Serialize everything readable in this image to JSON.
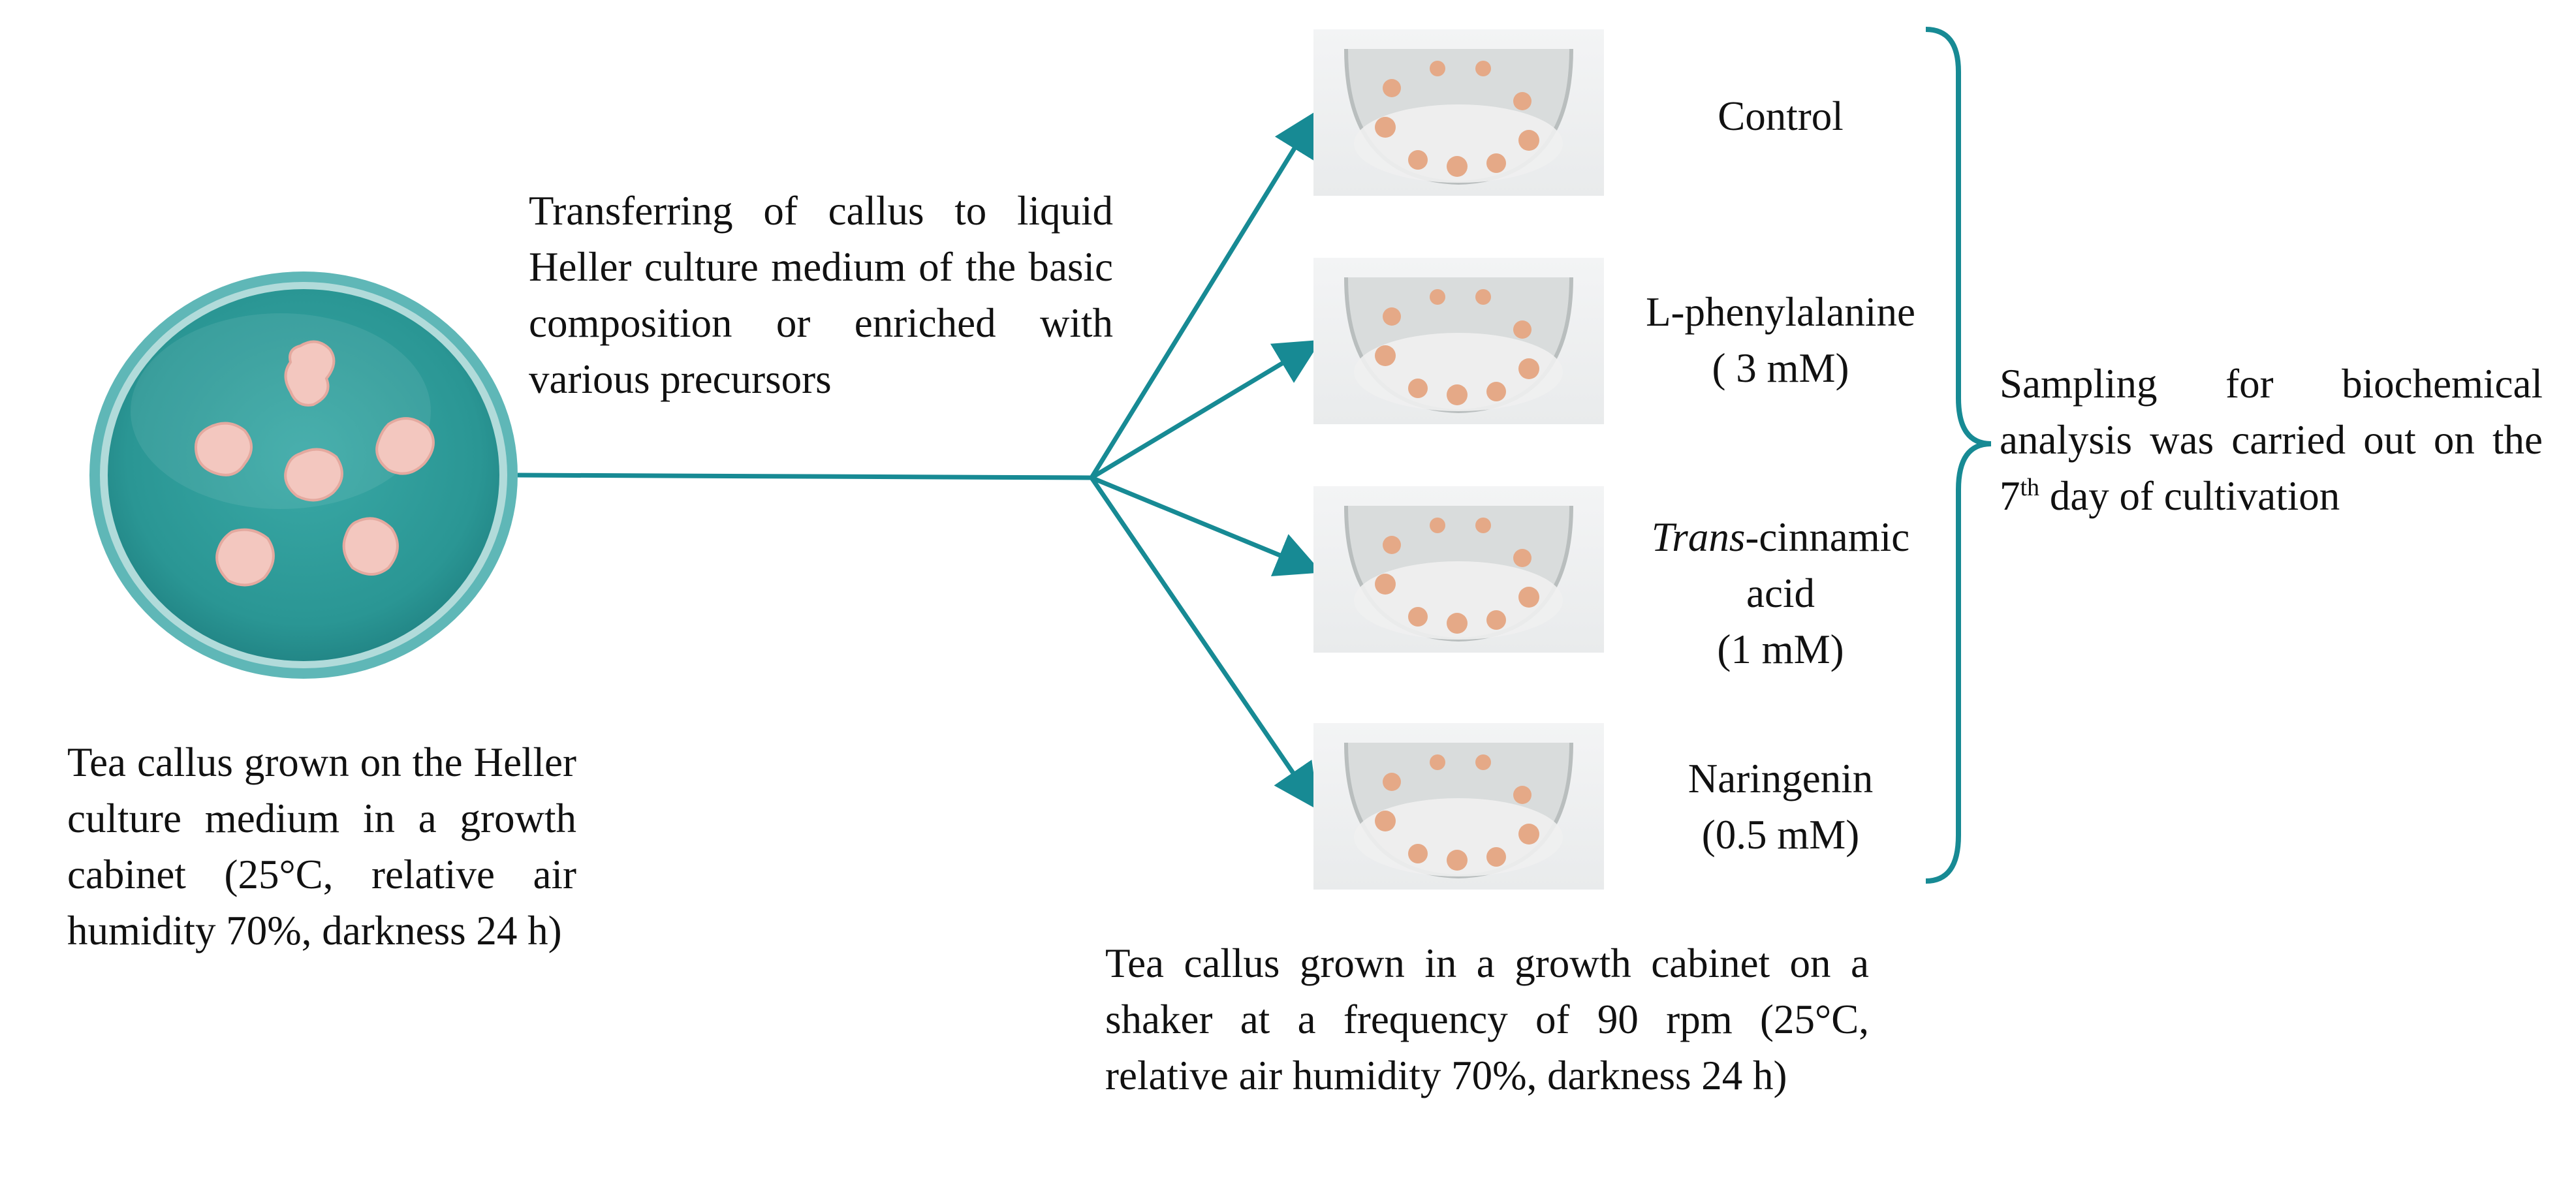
{
  "source": {
    "caption": "Tea callus grown on the Heller culture medium in a growth cabinet (25°C, relative air humidity 70%, darkness 24 h)"
  },
  "transfer": {
    "caption": "Transferring of callus to liquid Heller culture medium of the basic composition or enriched with various precursors"
  },
  "treatments": [
    {
      "label": "Control",
      "conc": ""
    },
    {
      "label": "L-phenylalanine",
      "conc": "( 3 mM)"
    },
    {
      "label_italic": "Trans",
      "label_rest": "-cinnamic",
      "label_line2": "acid",
      "conc": "(1 mM)"
    },
    {
      "label": "Naringenin",
      "conc": "(0.5 mM)"
    }
  ],
  "shaker": {
    "caption": "Tea callus grown in a growth cabinet on a shaker at a frequency of 90 rpm (25°C, relative air humidity 70%, darkness 24 h)"
  },
  "sampling": {
    "text_before": "Sampling for biochemical analysis was carried out on the 7",
    "superscript": "th",
    "text_after": " day of cultivation"
  },
  "colors": {
    "arrow": "#178a94",
    "agar": "#2e9b9b",
    "callus": "#f3c7bf"
  }
}
